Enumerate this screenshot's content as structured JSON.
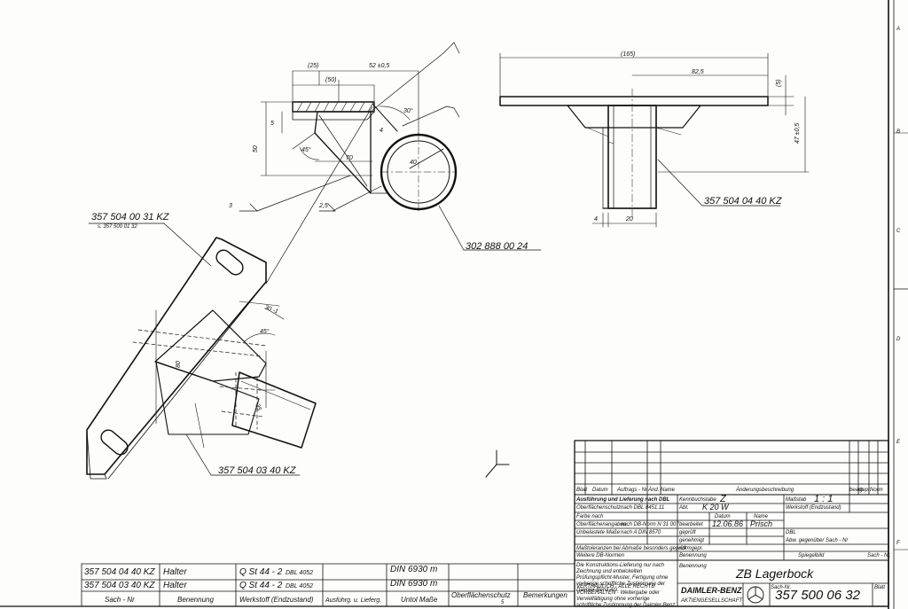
{
  "drawing": {
    "parts": {
      "top_label": "357 504 00 31 KZ",
      "top_sub": "s. 357 500 01 32",
      "bottom_label": "357 504 03 40 KZ",
      "right_label": "357 504 04 40 KZ",
      "tube_label": "302 888 00 24"
    },
    "dims": {
      "d25": "(25)",
      "d52": "52 ±0,5",
      "d50": "(50)",
      "d5": "5",
      "d50v": "50",
      "d45a": "45°",
      "d70": "70",
      "d4": "4",
      "d40": "40",
      "d3": "3",
      "d25b": "2,5",
      "d30deg": "30°",
      "d165": "(165)",
      "d825": "82,5",
      "d5r": "(5)",
      "d47": "47 ±0,5",
      "d4b": "4",
      "d20": "20",
      "d30x": "30 -1",
      "d45b": "45°",
      "d80": "80",
      "d35": "35"
    }
  },
  "title_block": {
    "head": {
      "col1": "Blatt",
      "col2": "Datum",
      "col3": "Auftrags - Nr",
      "col4": "Änd. Name",
      "col5": "Änderungsbeschreibung",
      "col6": "bearb.",
      "col7": "gepr.",
      "col8": "Norm"
    },
    "rows": {
      "r1a": "Ausführung und Lieferung nach DBL",
      "r1b": "Kennbuchstabe",
      "r1c": "Z",
      "r1d": "Maßstab",
      "r1e": "1 : 1",
      "r2a": "Oberflächenschutz",
      "r2b": "nach DBL 8451.11",
      "r2c": "Abt.",
      "r2d": "K 20 W",
      "r2e": "Werkstoff (Endzustand)",
      "r3a": "Farbe nach",
      "r3b": "Datum",
      "r3c": "Name",
      "r4a": "Oberflächenangaben",
      "r4b": "nach DB-Norm N 31 007",
      "r4c": "bearbeitet",
      "r4d": "12.06.86",
      "r4e": "Prisch",
      "r5a": "Unbelastete Maße",
      "r5b": "nach A DIN 8570",
      "r5c": "geprüft",
      "r6a": "genehmigt",
      "r6b": "DBL",
      "r7a": "Maßtoleranzen bei Abmaße besonders geprüft",
      "r7b": "normgepr.",
      "r7c": "Abw. gegenüber Sach - Nr",
      "r8a": "Weitere DB-Normen",
      "r8b": "Benennung",
      "r8c": "Spiegelbild",
      "r8d": "Sach - Nr."
    },
    "benennung_label": "Benennung",
    "title": "ZB Lagerbock",
    "legal": "Die Konstruktions-Lieferung nur nach Zeichnung und entwickelten Prüfungspflicht-Muster, Fertigung ohne vorherige schriftliche Zustimmung der Daimler-Benz AG.",
    "legal2": "VERTRAULICH · ALLE RECHTE VORBEHALTEN · Weitergabe oder Vervielfältigung ohne vorherige schriftliche Zustimmung der Daimler-Benz AG verboten.",
    "company": "DAIMLER-BENZ",
    "company_sub": "AKTIENGESELLSCHAFT",
    "sach_label": "Sach-Nr.",
    "number": "357 500 06 32",
    "blatt": "Blatt"
  },
  "parts_list": {
    "rows": [
      {
        "nr": "357 504 04 40 KZ",
        "name": "Halter",
        "werkstoff": "Q St 44 - 2",
        "dbl": "DBL 4052",
        "din": "DIN 6930 m"
      },
      {
        "nr": "357 504 03 40 KZ",
        "name": "Halter",
        "werkstoff": "Q St 44 - 2",
        "dbl": "DBL 4052",
        "din": "DIN 6930 m"
      }
    ],
    "headers": {
      "sach": "Sach - Nr",
      "benennung": "Benennung",
      "werkstoff": "Werkstoff (Endzustand)",
      "ausfuehrung": "Ausführg. u. Lieferg.",
      "untol": "Untol Maße",
      "oberflaeche": "Oberflächenschutz",
      "bemerkungen": "Bemerkungen"
    }
  },
  "frame": {
    "zoneA": "A",
    "zoneB": "B",
    "zoneC": "C",
    "zoneD": "D",
    "zoneE": "E",
    "zoneF": "F",
    "zoneNum": "5"
  }
}
